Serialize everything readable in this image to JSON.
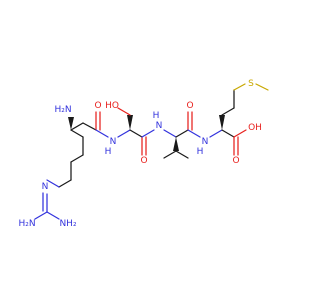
{
  "molecule": {
    "atoms": [
      {
        "id": "nh2_top",
        "text": "H₂N",
        "color": "#3333dd"
      },
      {
        "id": "o_ketone1",
        "text": "O",
        "color": "#e8221f"
      },
      {
        "id": "oh_side",
        "text": "HO",
        "color": "#e8221f"
      },
      {
        "id": "n_amide1",
        "text": "N",
        "color": "#3333dd"
      },
      {
        "id": "h_amide1",
        "text": "H",
        "color": "#3333dd"
      },
      {
        "id": "n_amide2",
        "text": "N",
        "color": "#3333dd"
      },
      {
        "id": "h_amide2",
        "text": "H",
        "color": "#3333dd"
      },
      {
        "id": "o_ketone3",
        "text": "O",
        "color": "#e8221f"
      },
      {
        "id": "n_amide3",
        "text": "N",
        "color": "#3333dd"
      },
      {
        "id": "h_amide3",
        "text": "H",
        "color": "#3333dd"
      },
      {
        "id": "o_ketone2",
        "text": "O",
        "color": "#e8221f"
      },
      {
        "id": "s_thio",
        "text": "S",
        "color": "#c8a800"
      },
      {
        "id": "oh_acid",
        "text": "OH",
        "color": "#e8221f"
      },
      {
        "id": "o_acid",
        "text": "O",
        "color": "#e8221f"
      },
      {
        "id": "n_guan",
        "text": "N",
        "color": "#3333dd"
      },
      {
        "id": "nh2_guan1",
        "text": "H₂N",
        "color": "#3333dd"
      },
      {
        "id": "nh2_guan2",
        "text": "NH₂",
        "color": "#3333dd"
      }
    ]
  }
}
